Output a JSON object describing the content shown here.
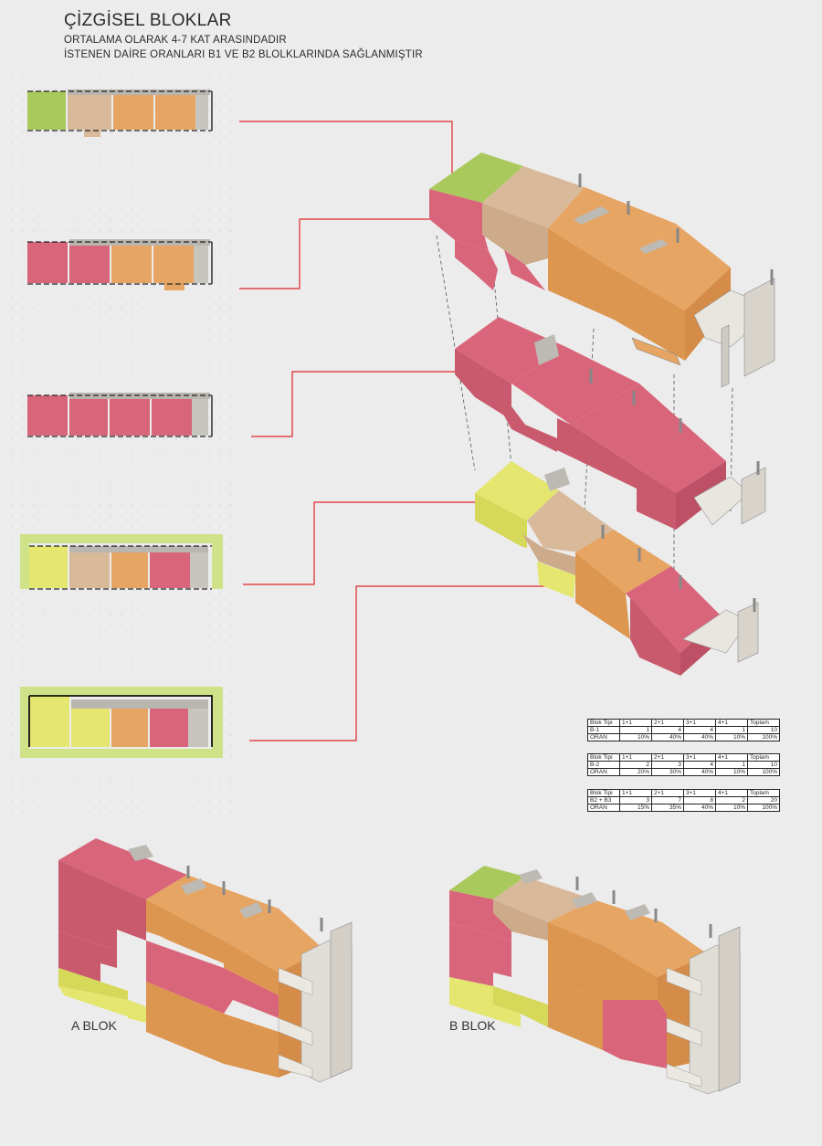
{
  "header": {
    "title": "ÇİZGİSEL BLOKLAR",
    "subtitle1": "ORTALAMA OLARAK 4-7 KAT ARASINDADIR",
    "subtitle2": "İSTENEN DAİRE ORANLARI B1 VE B2 BLOLKLARINDA SAĞLANMIŞTIR"
  },
  "colors": {
    "green": "#a9c95c",
    "beige": "#d8b99a",
    "orange": "#e6a563",
    "pink": "#d9657a",
    "yellow": "#e4e66f",
    "gray": "#bdbab4",
    "leader": "#e0262a"
  },
  "tables": [
    {
      "header": [
        "Blok Tipi",
        "1+1",
        "2+1",
        "3+1",
        "4+1",
        "Toplam"
      ],
      "rows": [
        [
          "B-1",
          "1",
          "4",
          "4",
          "1",
          "10"
        ],
        [
          "ORAN",
          "10%",
          "40%",
          "40%",
          "10%",
          "100%"
        ]
      ]
    },
    {
      "header": [
        "Blok Tipi",
        "1+1",
        "2+1",
        "3+1",
        "4+1",
        "Toplam"
      ],
      "rows": [
        [
          "B-2",
          "2",
          "3",
          "4",
          "1",
          "10"
        ],
        [
          "ORAN",
          "20%",
          "30%",
          "40%",
          "10%",
          "100%"
        ]
      ]
    },
    {
      "header": [
        "Blok Tipi",
        "1+1",
        "2+1",
        "3+1",
        "4+1",
        "Toplam"
      ],
      "rows": [
        [
          "B2 + B3",
          "3",
          "7",
          "8",
          "2",
          "20"
        ],
        [
          "ORAN",
          "15%",
          "35%",
          "40%",
          "10%",
          "100%"
        ]
      ]
    }
  ],
  "blocks": {
    "a_label": "A BLOK",
    "b_label": "B BLOK"
  }
}
